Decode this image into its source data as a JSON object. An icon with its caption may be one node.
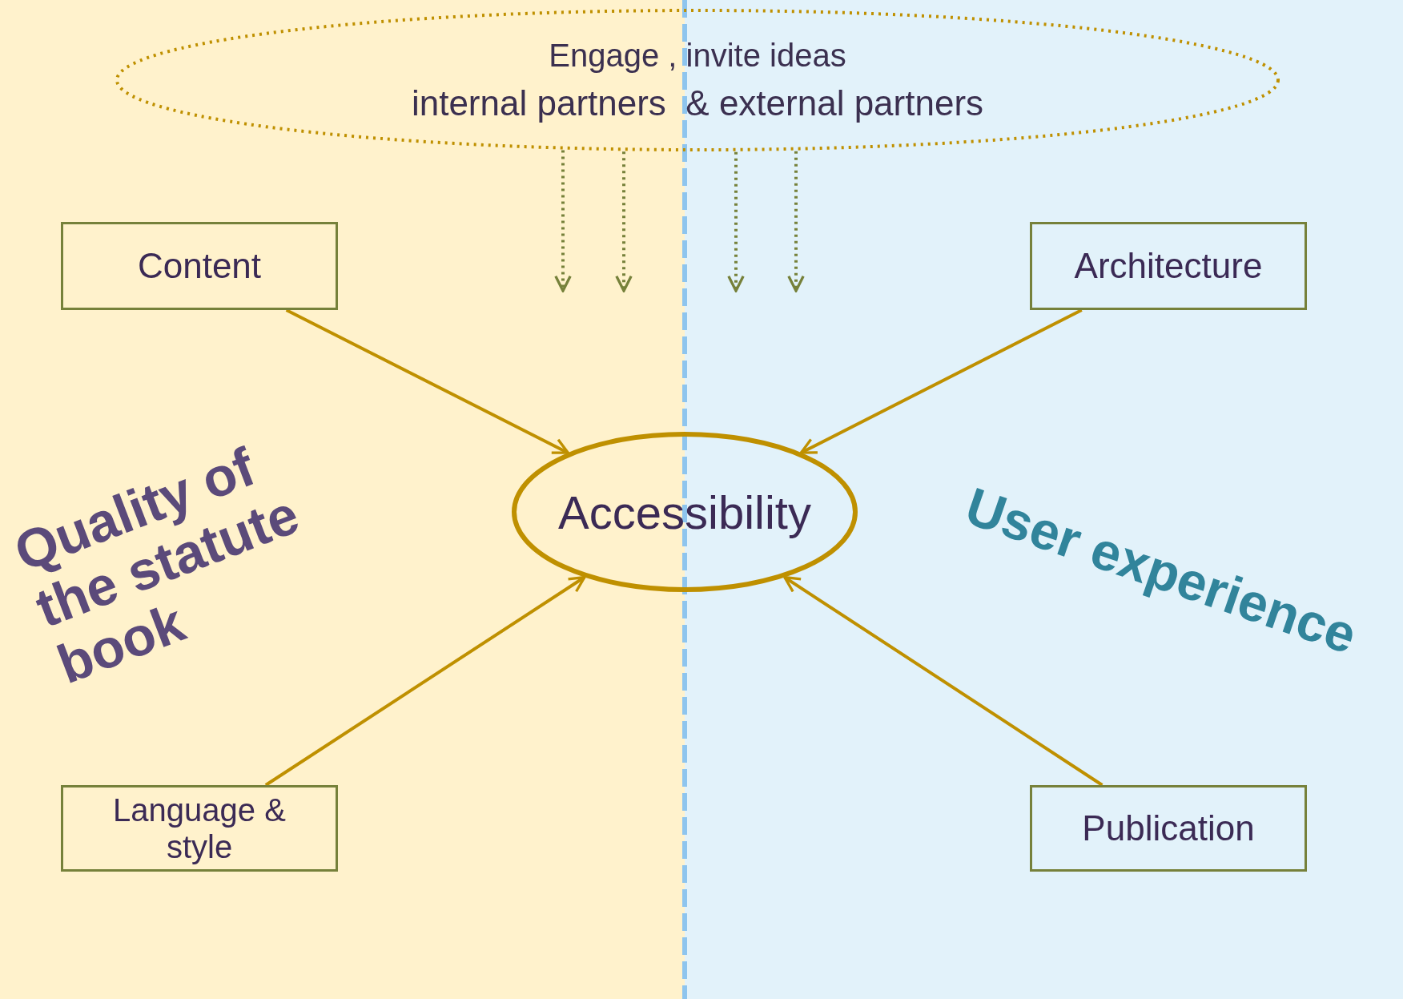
{
  "diagram": {
    "nodes": [
      {
        "text": [
          "Engage , invite ideas",
          "internal partners  & external partners"
        ]
      },
      {
        "text": [
          "Content"
        ]
      },
      {
        "text": [
          "Architecture"
        ]
      },
      {
        "text": [
          "Accessibility"
        ]
      },
      {
        "text": [
          "Language & style"
        ]
      },
      {
        "text": [
          "Publication"
        ]
      }
    ],
    "edges": [
      {
        "from": 0,
        "to": null,
        "arrow": "to",
        "style": "dashed",
        "color": "#76813a"
      },
      {
        "from": 0,
        "to": null,
        "arrow": "to",
        "style": "dashed",
        "color": "#76813a"
      },
      {
        "from": 0,
        "to": null,
        "arrow": "to",
        "style": "dashed",
        "color": "#76813a"
      },
      {
        "from": 0,
        "to": null,
        "arrow": "to",
        "style": "dashed",
        "color": "#76813a"
      },
      {
        "from": 1,
        "to": 3,
        "arrow": "to"
      },
      {
        "from": 2,
        "to": 3,
        "arrow": "to"
      },
      {
        "from": 4,
        "to": 3,
        "arrow": "to"
      },
      {
        "from": 5,
        "to": 3,
        "arrow": "to"
      }
    ],
    "labels": [
      "Quality of the statute book",
      "User experience"
    ]
  }
}
